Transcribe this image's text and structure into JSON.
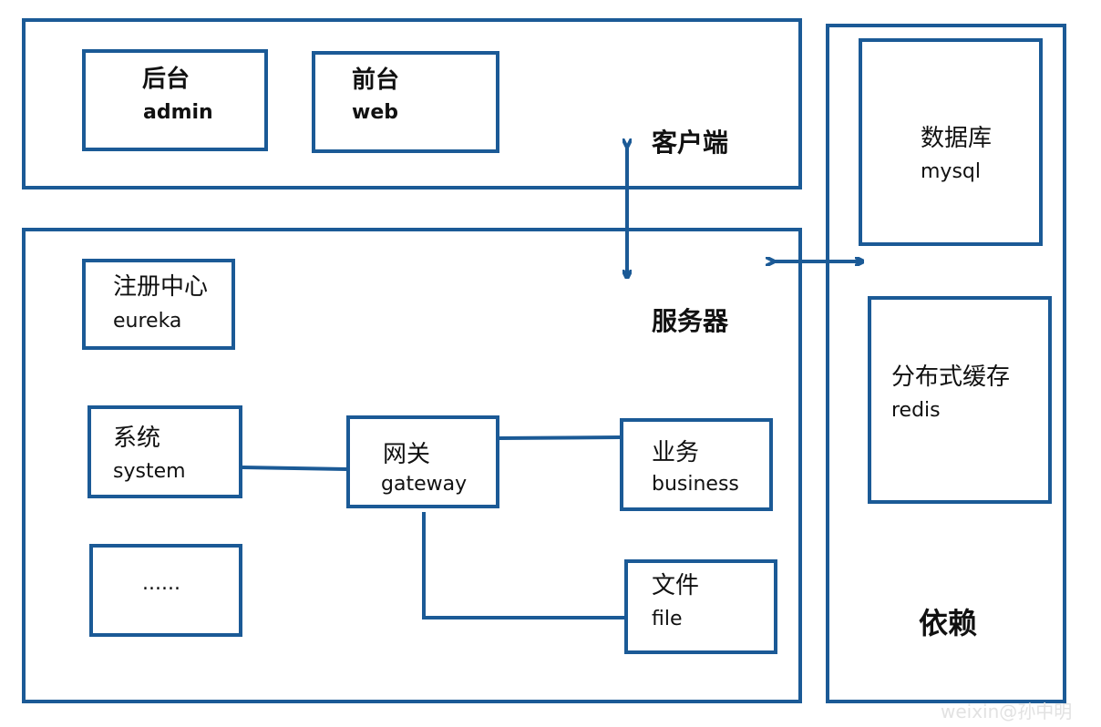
{
  "client": {
    "label": "客户端",
    "admin": {
      "title": "后台",
      "sub": "admin"
    },
    "web": {
      "title": "前台",
      "sub": "web"
    }
  },
  "server": {
    "label": "服务器",
    "eureka": {
      "title": "注册中心",
      "sub": "eureka"
    },
    "system": {
      "title": "系统",
      "sub": "system"
    },
    "gateway": {
      "title": "网关",
      "sub": "gateway"
    },
    "business": {
      "title": "业务",
      "sub": "business"
    },
    "file": {
      "title": "文件",
      "sub": "file"
    },
    "more": {
      "title": "......"
    }
  },
  "deps": {
    "label": "依赖",
    "mysql": {
      "title": "数据库",
      "sub": "mysql"
    },
    "redis": {
      "title": "分布式缓存",
      "sub": "redis"
    }
  },
  "watermark": "weixin@孙中明",
  "colors": {
    "stroke": "#1b5a96",
    "background": "#ffffff"
  }
}
